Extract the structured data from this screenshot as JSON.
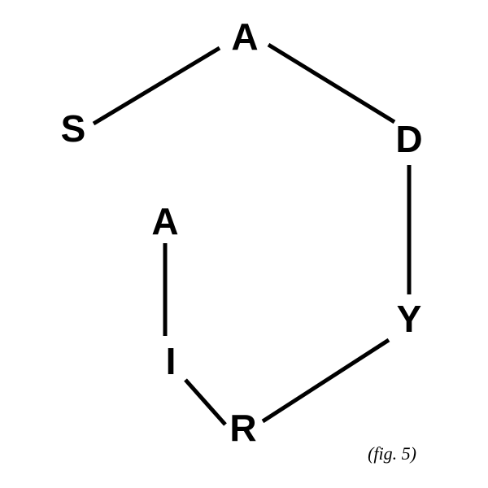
{
  "diagram": {
    "nodes": [
      {
        "id": "s",
        "label": "S"
      },
      {
        "id": "a_top",
        "label": "A"
      },
      {
        "id": "d",
        "label": "D"
      },
      {
        "id": "y",
        "label": "Y"
      },
      {
        "id": "r",
        "label": "R"
      },
      {
        "id": "i",
        "label": "I"
      },
      {
        "id": "a_left",
        "label": "A"
      }
    ],
    "edges": [
      {
        "from": "s",
        "to": "a_top"
      },
      {
        "from": "a_top",
        "to": "d"
      },
      {
        "from": "d",
        "to": "y"
      },
      {
        "from": "y",
        "to": "r"
      },
      {
        "from": "r",
        "to": "i"
      },
      {
        "from": "i",
        "to": "a_left"
      }
    ],
    "caption": "(fig. 5)"
  }
}
